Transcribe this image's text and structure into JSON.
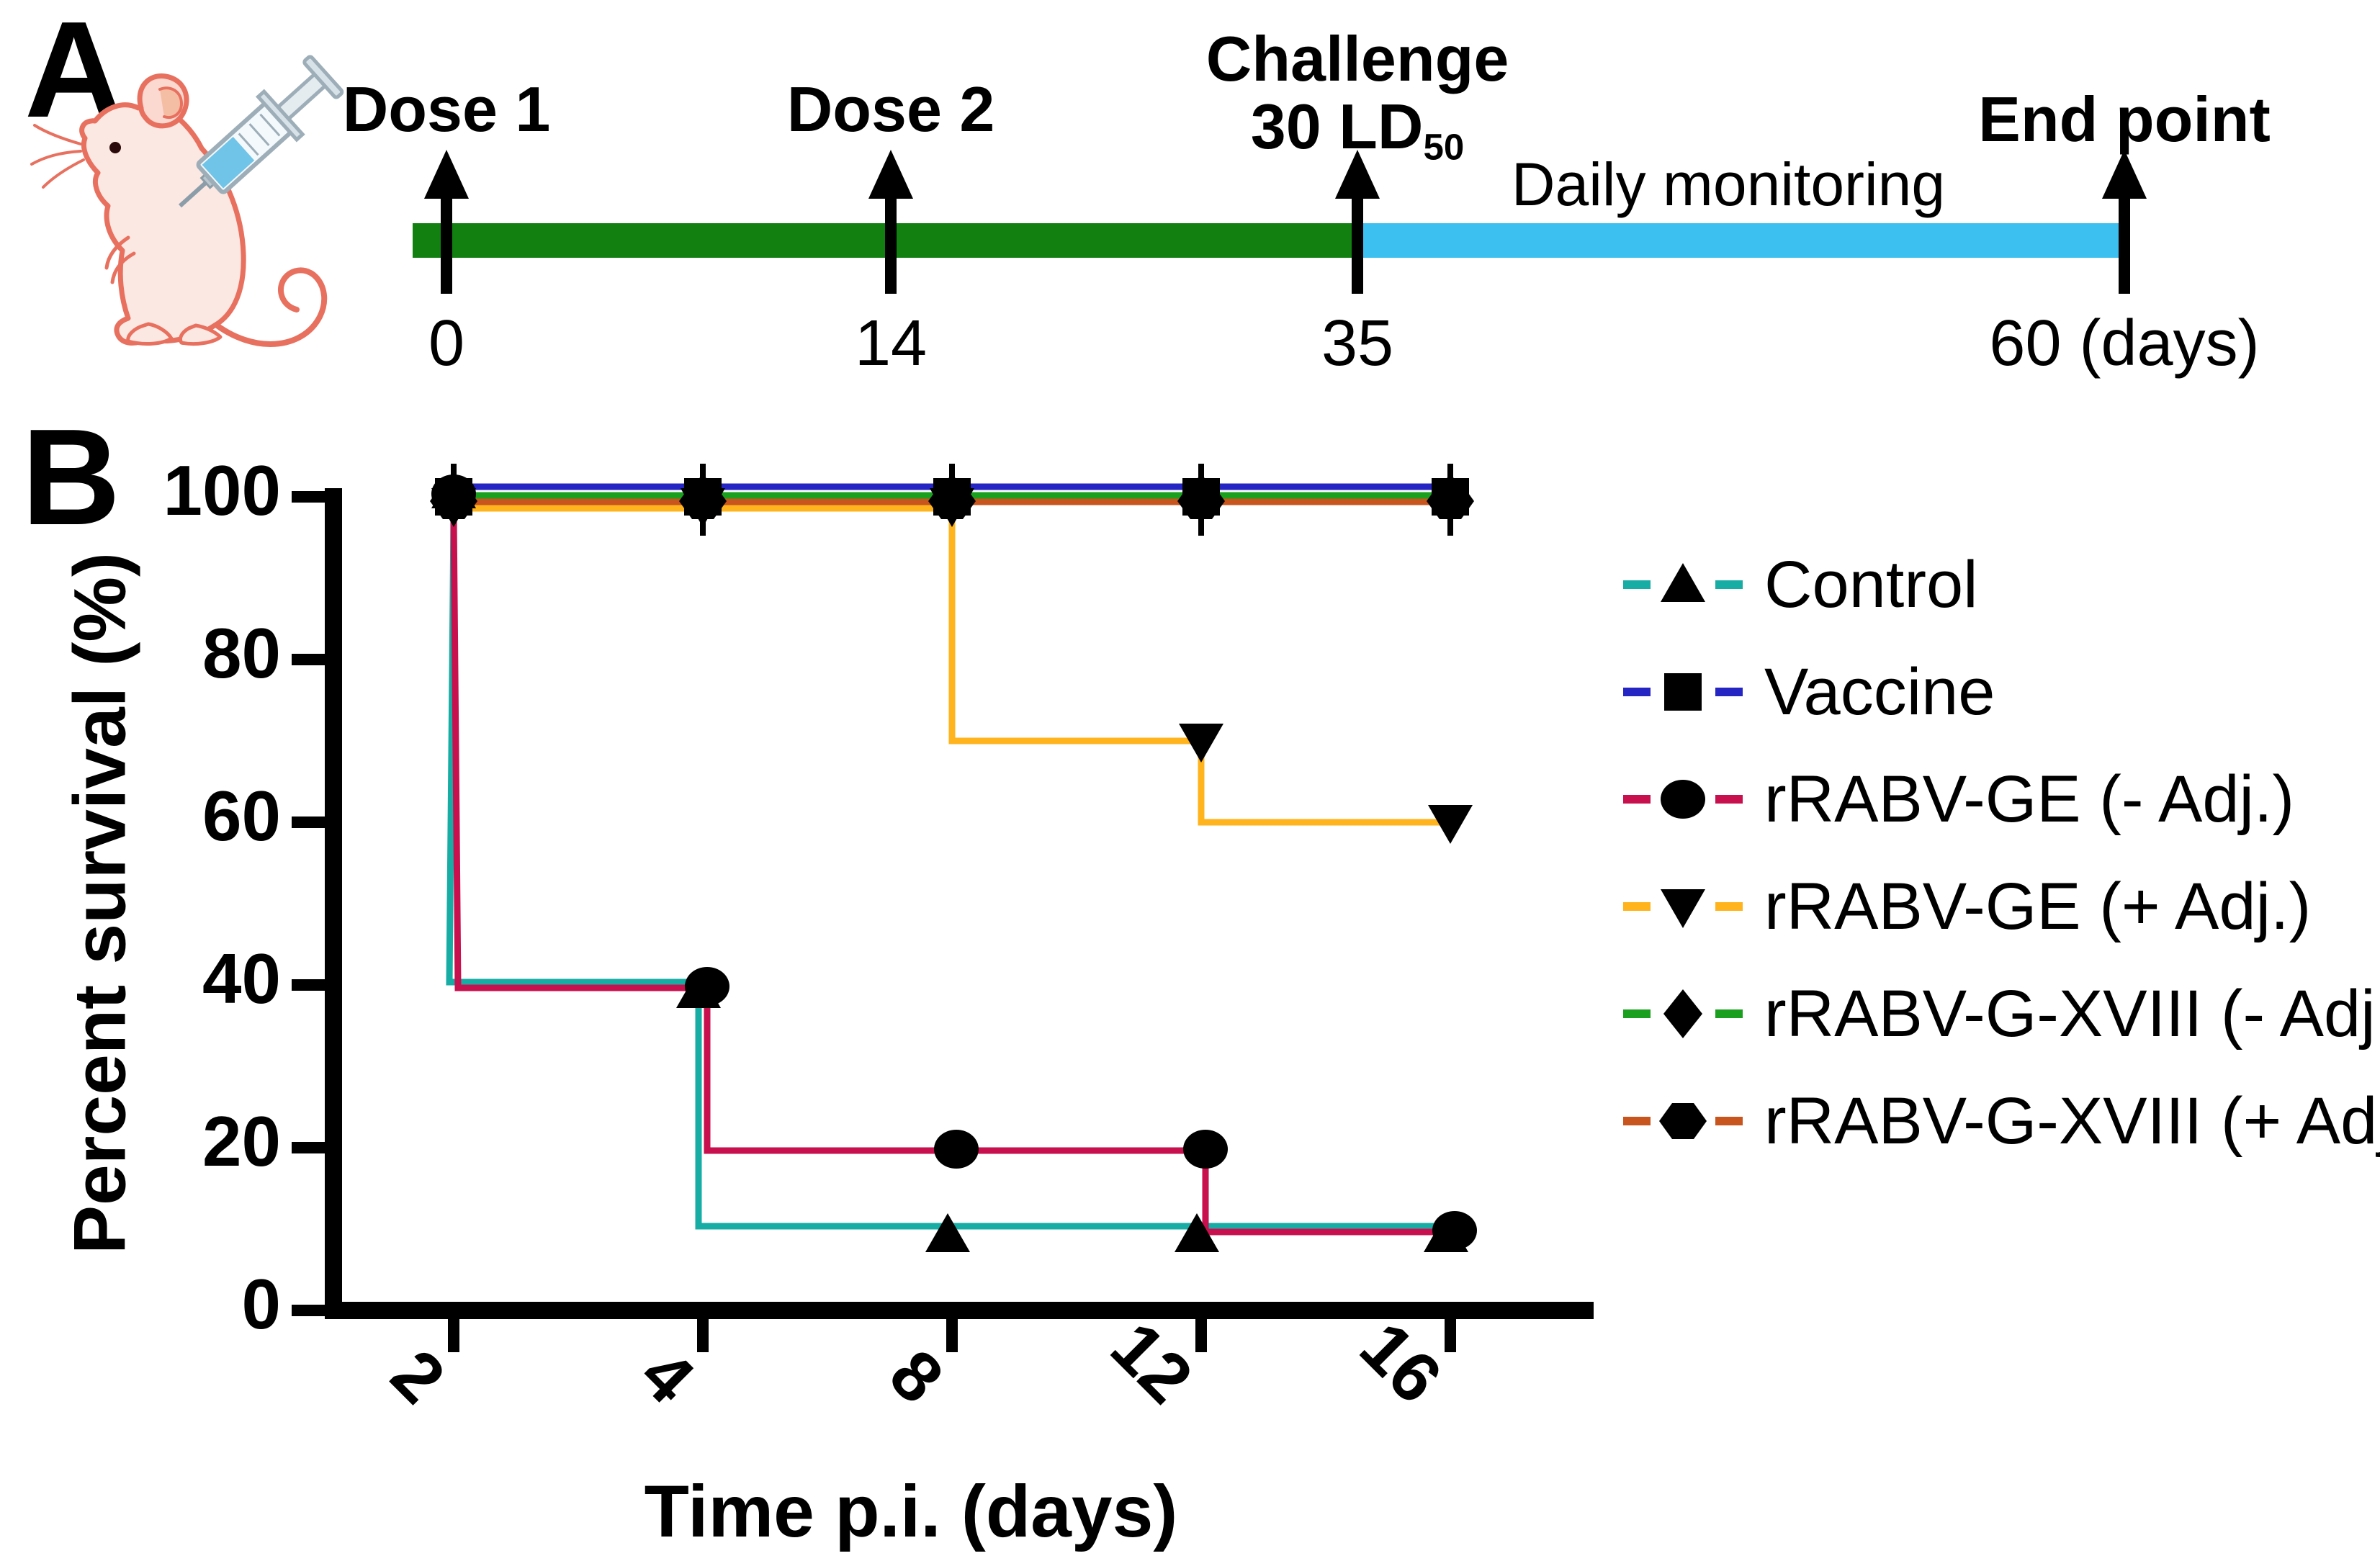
{
  "panel_a": {
    "label": "A",
    "monitoring_label": "Daily monitoring",
    "events": [
      {
        "label": "Dose 1",
        "day": "0"
      },
      {
        "label": "Dose 2",
        "day": "14"
      },
      {
        "label": "Challenge",
        "dose_line": "30 LD",
        "dose_sub": "50",
        "day": "35"
      },
      {
        "label": "End point",
        "day": "60 (days)"
      }
    ],
    "colors": {
      "vaccination_bar": "#118011",
      "monitoring_bar": "#3CC0F0",
      "arrow": "#000000",
      "mouse_outline": "#E8705F",
      "syringe_liquid": "#6FC4E8"
    }
  },
  "panel_b": {
    "label": "B"
  },
  "chart_data": {
    "type": "line",
    "subtype": "kaplan-meier-survival-steps",
    "title": "",
    "xlabel": "Time p.i. (days)",
    "ylabel": "Percent survival (%)",
    "x_ticks": [
      2,
      4,
      8,
      12,
      16
    ],
    "y_ticks": [
      0,
      20,
      40,
      60,
      80,
      100
    ],
    "ylim": [
      0,
      100
    ],
    "x_scale": "categorical-equal-spacing",
    "grid": false,
    "legend_position": "right",
    "marker_color": "#000000",
    "series": [
      {
        "name": "Control",
        "color": "#17ACA4",
        "marker": "triangle-up",
        "points": [
          [
            2,
            100
          ],
          [
            2,
            40
          ],
          [
            4,
            40
          ],
          [
            4,
            10
          ],
          [
            16,
            10
          ]
        ],
        "markers": [
          [
            2,
            100
          ],
          [
            4,
            40
          ],
          [
            8,
            10
          ],
          [
            12,
            10
          ],
          [
            16,
            10
          ]
        ]
      },
      {
        "name": "Vaccine",
        "color": "#2525C4",
        "marker": "square",
        "points": [
          [
            2,
            100
          ],
          [
            16,
            100
          ]
        ],
        "markers": [
          [
            2,
            100
          ],
          [
            4,
            100
          ],
          [
            8,
            100
          ],
          [
            12,
            100
          ],
          [
            16,
            100
          ]
        ]
      },
      {
        "name": "rRABV-GE (- Adj.)",
        "color": "#C8104E",
        "marker": "circle",
        "points": [
          [
            2,
            100
          ],
          [
            2,
            40
          ],
          [
            4,
            40
          ],
          [
            4,
            20
          ],
          [
            12,
            20
          ],
          [
            12,
            10
          ],
          [
            16,
            10
          ]
        ],
        "markers": [
          [
            2,
            100
          ],
          [
            4,
            40
          ],
          [
            8,
            20
          ],
          [
            12,
            20
          ],
          [
            16,
            10
          ]
        ]
      },
      {
        "name": "rRABV-GE (+ Adj.)",
        "color": "#FFB41E",
        "marker": "triangle-down",
        "points": [
          [
            2,
            100
          ],
          [
            8,
            100
          ],
          [
            8,
            70
          ],
          [
            12,
            70
          ],
          [
            12,
            60
          ],
          [
            16,
            60
          ]
        ],
        "markers": [
          [
            2,
            100
          ],
          [
            4,
            100
          ],
          [
            8,
            100
          ],
          [
            12,
            70
          ],
          [
            16,
            60
          ]
        ]
      },
      {
        "name": "rRABV-G-XVIII (- Adj.)",
        "color": "#1AA01E",
        "marker": "diamond",
        "points": [
          [
            2,
            100
          ],
          [
            16,
            100
          ]
        ],
        "markers": [
          [
            2,
            100
          ],
          [
            4,
            100
          ],
          [
            8,
            100
          ],
          [
            12,
            100
          ],
          [
            16,
            100
          ]
        ]
      },
      {
        "name": "rRABV-G-XVIII (+ Adj.)",
        "color": "#C8551E",
        "marker": "hexagon",
        "points": [
          [
            2,
            100
          ],
          [
            16,
            100
          ]
        ],
        "markers": [
          [
            2,
            100
          ],
          [
            4,
            100
          ],
          [
            8,
            100
          ],
          [
            12,
            100
          ],
          [
            16,
            100
          ]
        ]
      }
    ]
  }
}
